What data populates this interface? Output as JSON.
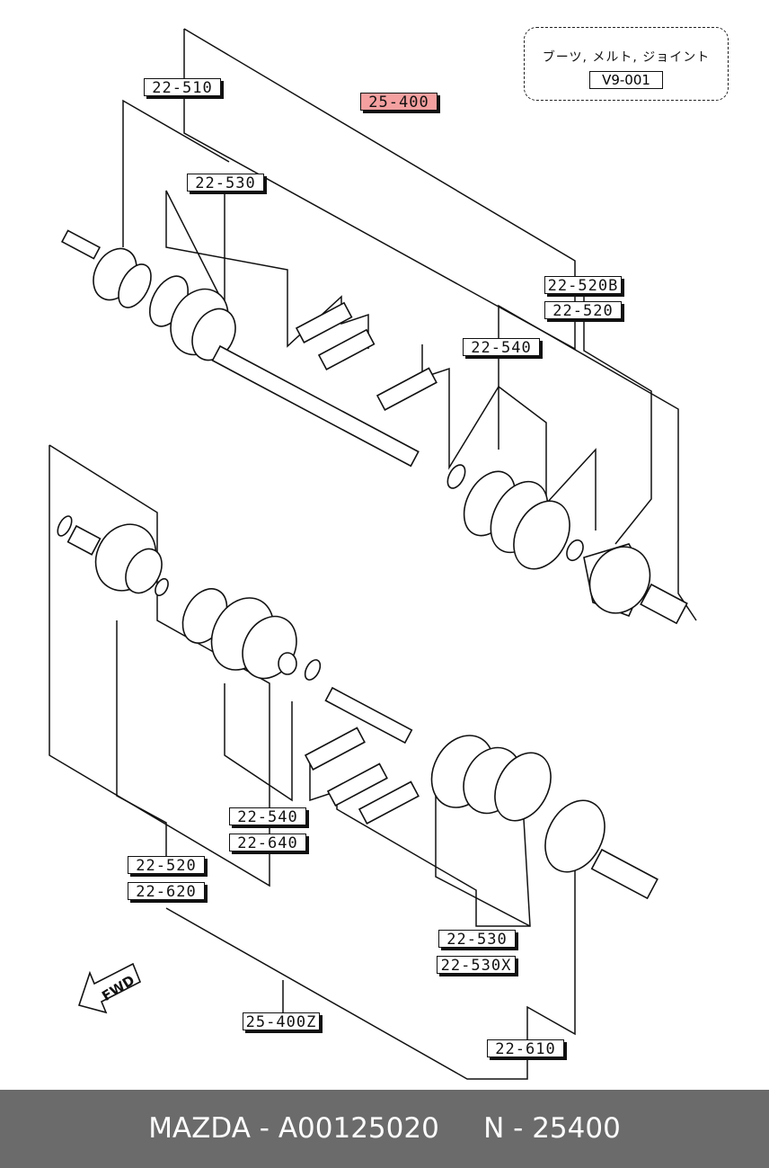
{
  "reference": {
    "title": "ブーツ, メルト, ジョイント",
    "code": "V9-001"
  },
  "labels": {
    "l22_510": "22-510",
    "l25_400": "25-400",
    "l22_530_top": "22-530",
    "l22_520b": "22-520B",
    "l22_520_top": "22-520",
    "l22_540_top": "22-540",
    "l22_540_bot": "22-540",
    "l22_640": "22-640",
    "l22_520_bot": "22-520",
    "l22_620": "22-620",
    "l22_530_bot": "22-530",
    "l22_530x": "22-530X",
    "l25_400z": "25-400Z",
    "l22_610": "22-610"
  },
  "highlight_color": "#f4a0a0",
  "fwd_label": "FWD",
  "footer": {
    "brand": "MAZDA",
    "part_number": "A00125020",
    "ref": "N - 25400",
    "sep": " - "
  }
}
